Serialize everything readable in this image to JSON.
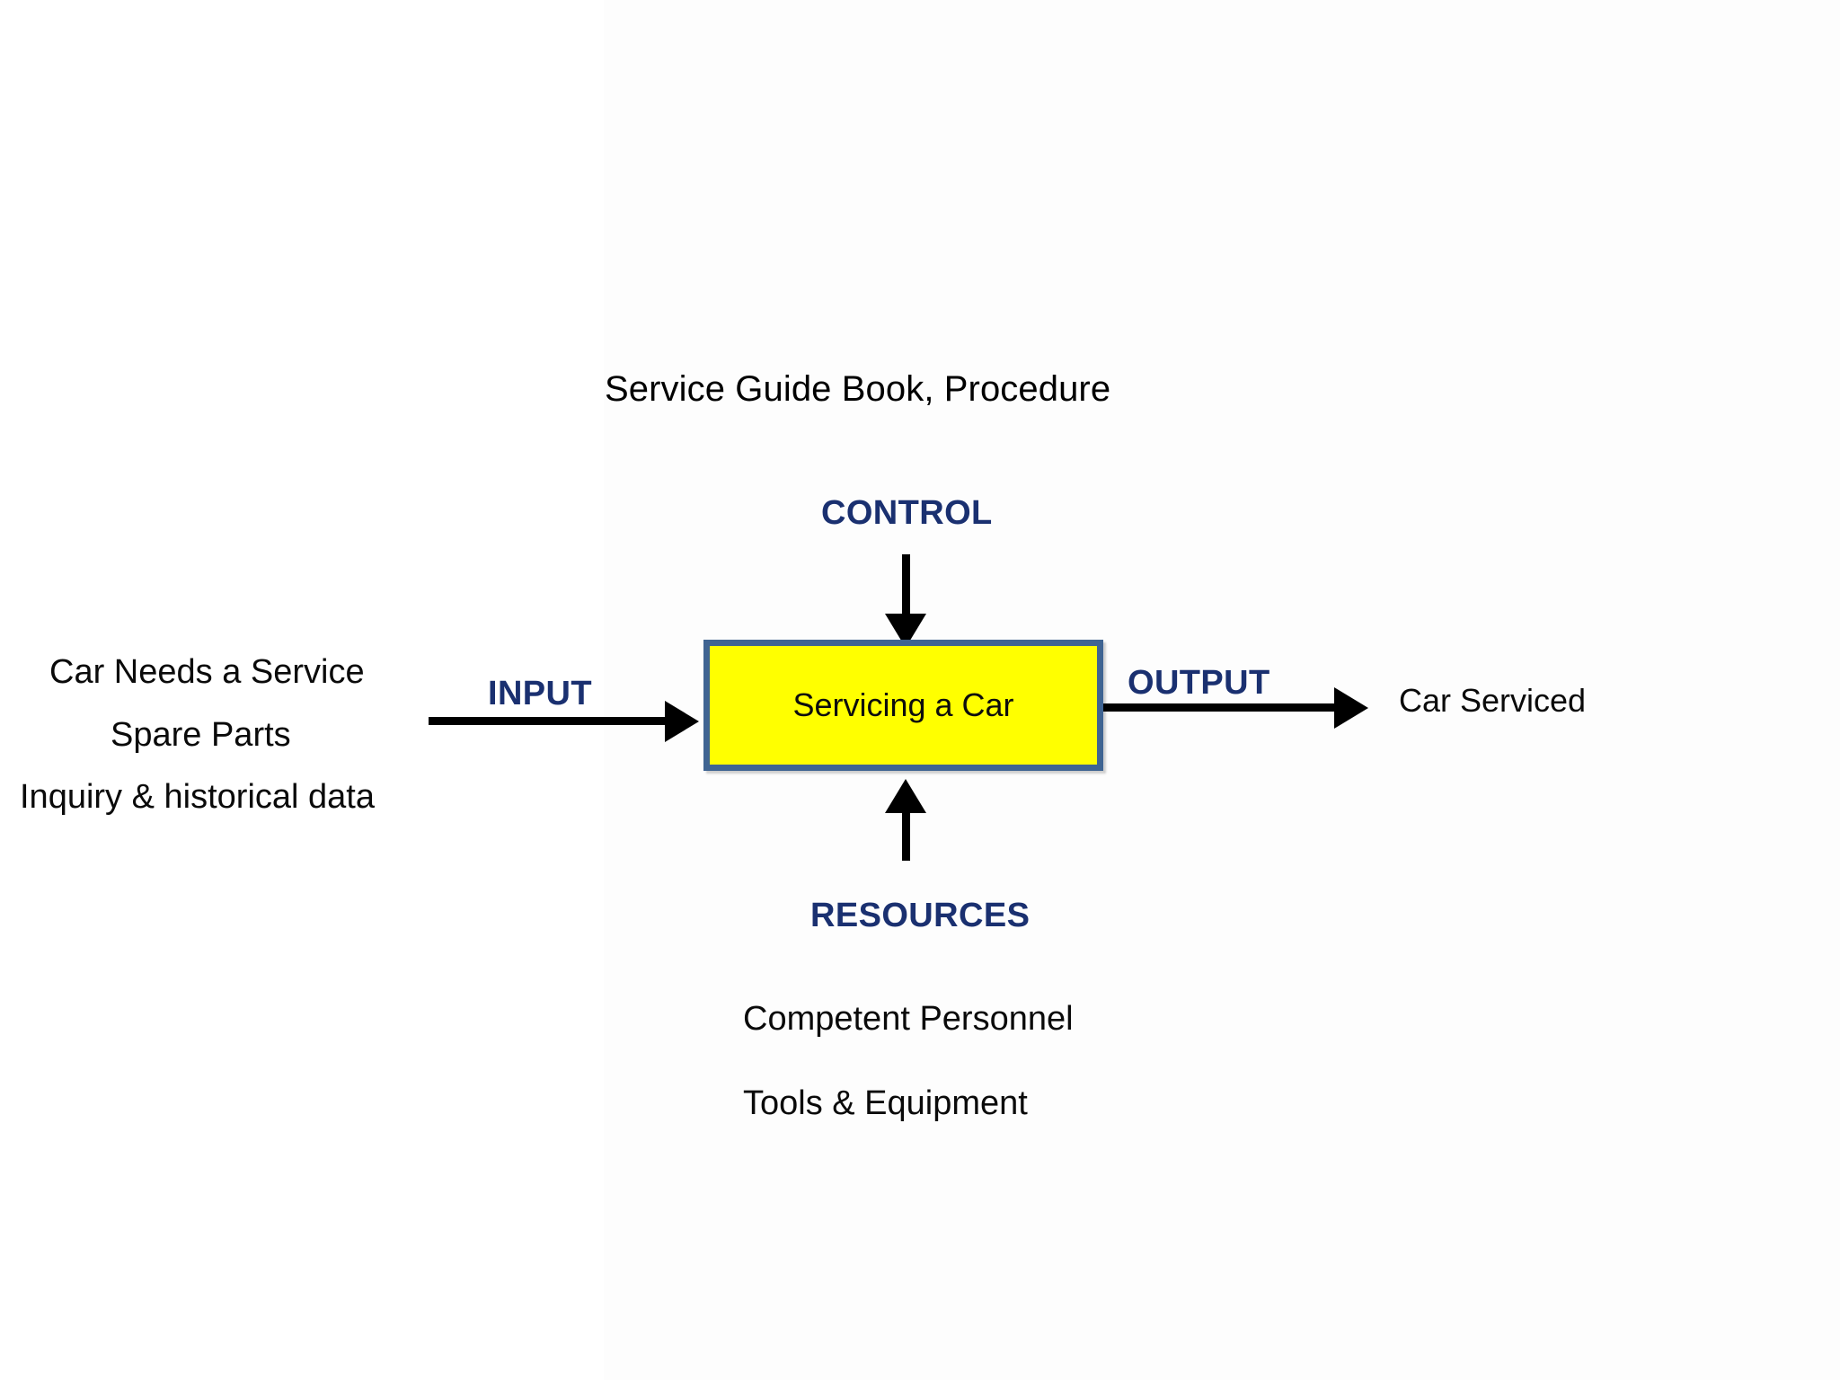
{
  "diagram": {
    "title": "Service Guide Book, Procedure",
    "activity": {
      "label": "Servicing a Car",
      "fill_color": "#FFFF00",
      "border_color": "#3F6492"
    },
    "arrow_label_color": "#1A3070",
    "flows": {
      "control": {
        "label": "CONTROL",
        "direction": "down",
        "source_text": "Service Guide Book, Procedure"
      },
      "input": {
        "label": "INPUT",
        "direction": "right",
        "items": [
          "Car Needs a Service",
          "Spare Parts",
          "Inquiry & historical data"
        ]
      },
      "output": {
        "label": "OUTPUT",
        "direction": "right",
        "result": "Car Serviced"
      },
      "resources": {
        "label": "RESOURCES",
        "direction": "up",
        "items": [
          "Competent Personnel",
          "Tools & Equipment"
        ]
      }
    }
  }
}
